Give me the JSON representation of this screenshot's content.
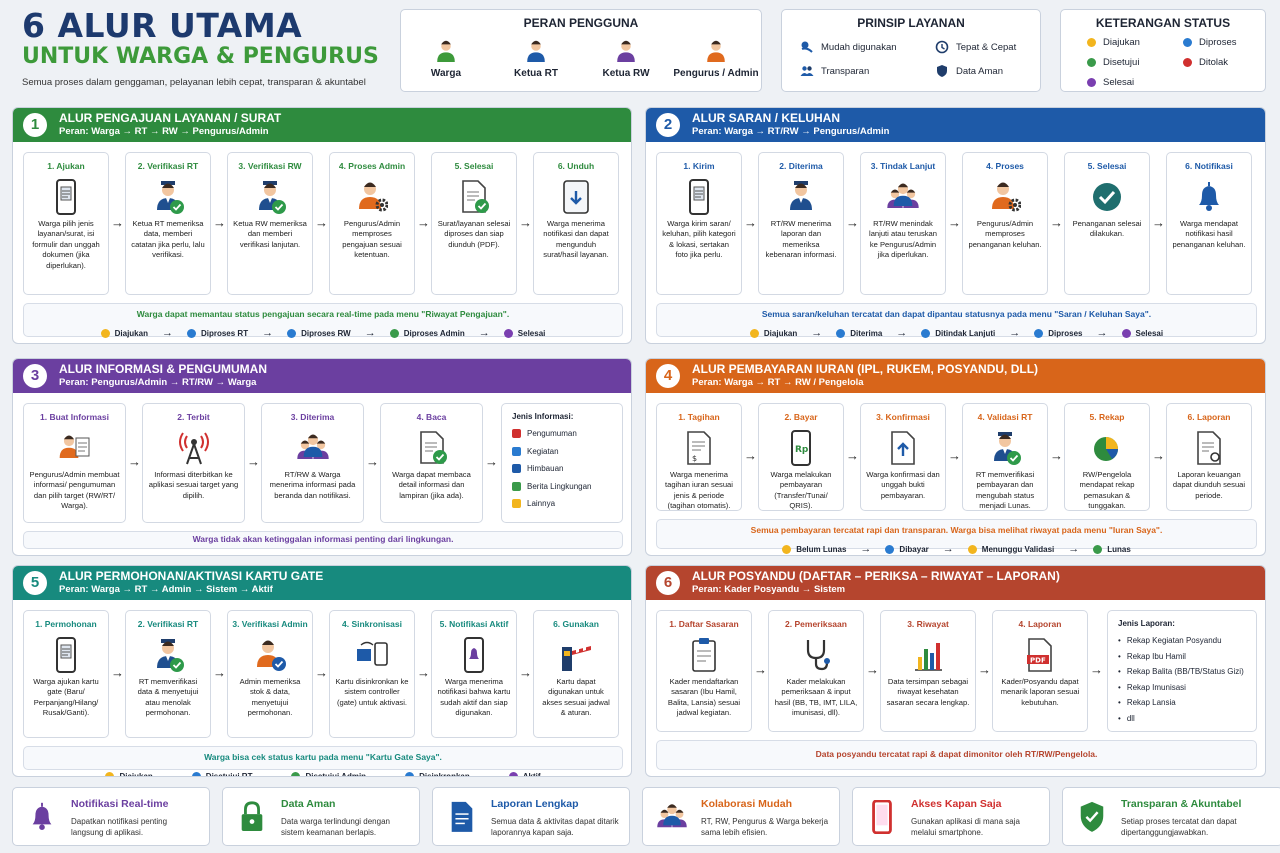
{
  "header": {
    "title": "6 ALUR UTAMA",
    "subtitle": "UNTUK WARGA & PENGURUS",
    "tagline": "Semua proses dalam genggaman, pelayanan lebih cepat, transparan & akuntabel"
  },
  "roles": {
    "title": "PERAN PENGGUNA",
    "items": [
      {
        "label": "Warga",
        "color": "#3d9a3a"
      },
      {
        "label": "Ketua RT",
        "color": "#1e5aa8"
      },
      {
        "label": "Ketua RW",
        "color": "#6b3fa0"
      },
      {
        "label": "Pengurus / Admin",
        "color": "#e06a1e"
      }
    ]
  },
  "principles": {
    "title": "PRINSIP LAYANAN",
    "items": [
      {
        "label": "Mudah digunakan",
        "icon": "hand-icon"
      },
      {
        "label": "Tepat & Cepat",
        "icon": "clock-icon"
      },
      {
        "label": "Transparan",
        "icon": "people-icon"
      },
      {
        "label": "Data Aman",
        "icon": "shield-icon"
      }
    ]
  },
  "status_legend": {
    "title": "KETERANGAN STATUS",
    "items": [
      {
        "label": "Diajukan",
        "color": "#f2b51e"
      },
      {
        "label": "Diproses",
        "color": "#2a7bd0"
      },
      {
        "label": "Disetujui",
        "color": "#3a9a4a"
      },
      {
        "label": "Ditolak",
        "color": "#d0302f"
      },
      {
        "label": "Selesai",
        "color": "#7a3fb0"
      }
    ]
  },
  "panels": [
    {
      "num": "1",
      "title": "ALUR PENGAJUAN LAYANAN / SURAT",
      "role": "Peran: Warga → RT → RW → Pengurus/Admin",
      "color": "#2e8b3e",
      "steps": [
        {
          "title": "1. Ajukan",
          "desc": "Warga pilih jenis layanan/surat, isi formulir dan unggah dokumen (jika diperlukan).",
          "icon": "phone-form-icon"
        },
        {
          "title": "2. Verifikasi RT",
          "desc": "Ketua RT memeriksa data, memberi catatan jika perlu, lalu verifikasi.",
          "icon": "officer-check-icon"
        },
        {
          "title": "3. Verifikasi RW",
          "desc": "Ketua RW memeriksa dan memberi verifikasi lanjutan.",
          "icon": "officer-check-icon"
        },
        {
          "title": "4. Proses Admin",
          "desc": "Pengurus/Admin memproses pengajuan sesuai ketentuan.",
          "icon": "admin-gear-icon"
        },
        {
          "title": "5. Selesai",
          "desc": "Surat/layanan selesai diproses dan siap diunduh (PDF).",
          "icon": "document-check-icon"
        },
        {
          "title": "6. Unduh",
          "desc": "Warga menerima notifikasi dan dapat mengunduh surat/hasil layanan.",
          "icon": "download-icon"
        }
      ],
      "note": "Warga dapat memantau status pengajuan secara real-time pada menu \"Riwayat Pengajuan\".",
      "statuses": [
        {
          "label": "Diajukan",
          "color": "#f2b51e"
        },
        {
          "label": "Diproses RT",
          "color": "#2a7bd0"
        },
        {
          "label": "Diproses RW",
          "color": "#2a7bd0"
        },
        {
          "label": "Diproses Admin",
          "color": "#3a9a4a"
        },
        {
          "label": "Selesai",
          "color": "#7a3fb0"
        }
      ]
    },
    {
      "num": "2",
      "title": "ALUR SARAN / KELUHAN",
      "role": "Peran: Warga → RT/RW → Pengurus/Admin",
      "color": "#1e5aa8",
      "steps": [
        {
          "title": "1. Kirim",
          "desc": "Warga kirim saran/ keluhan, pilih kategori & lokasi, sertakan foto jika perlu.",
          "icon": "phone-form-icon"
        },
        {
          "title": "2. Diterima",
          "desc": "RT/RW menerima laporan dan memeriksa kebenaran informasi.",
          "icon": "officer-icon"
        },
        {
          "title": "3. Tindak Lanjut",
          "desc": "RT/RW menindak lanjuti atau teruskan ke Pengurus/Admin jika diperlukan.",
          "icon": "team-icon"
        },
        {
          "title": "4. Proses",
          "desc": "Pengurus/Admin memproses penanganan keluhan.",
          "icon": "admin-gear-icon"
        },
        {
          "title": "5. Selesai",
          "desc": "Penanganan selesai dilakukan.",
          "icon": "check-circle-icon"
        },
        {
          "title": "6. Notifikasi",
          "desc": "Warga mendapat notifikasi hasil penanganan keluhan.",
          "icon": "bell-icon"
        }
      ],
      "note": "Semua saran/keluhan tercatat dan dapat dipantau statusnya pada menu \"Saran / Keluhan Saya\".",
      "statuses": [
        {
          "label": "Diajukan",
          "color": "#f2b51e"
        },
        {
          "label": "Diterima",
          "color": "#2a7bd0"
        },
        {
          "label": "Ditindak Lanjuti",
          "color": "#2a7bd0"
        },
        {
          "label": "Diproses",
          "color": "#2a7bd0"
        },
        {
          "label": "Selesai",
          "color": "#7a3fb0"
        }
      ]
    },
    {
      "num": "3",
      "title": "ALUR INFORMASI & PENGUMUMAN",
      "role": "Peran: Pengurus/Admin → RT/RW → Warga",
      "color": "#6b3fa0",
      "steps": [
        {
          "title": "1. Buat Informasi",
          "desc": "Pengurus/Admin membuat informasi/ pengumuman dan pilih target (RW/RT/ Warga).",
          "icon": "admin-doc-icon"
        },
        {
          "title": "2. Terbit",
          "desc": "Informasi diterbitkan ke aplikasi sesuai target yang dipilih.",
          "icon": "antenna-icon"
        },
        {
          "title": "3. Diterima",
          "desc": "RT/RW & Warga menerima informasi pada beranda dan notifikasi.",
          "icon": "team-icon"
        },
        {
          "title": "4. Baca",
          "desc": "Warga dapat membaca detail informasi dan lampiran (jika ada).",
          "icon": "document-check-icon"
        }
      ],
      "info_types": {
        "title": "Jenis Informasi:",
        "items": [
          {
            "label": "Pengumuman",
            "color": "#d0302f"
          },
          {
            "label": "Kegiatan",
            "color": "#2a7bd0"
          },
          {
            "label": "Himbauan",
            "color": "#1e5aa8"
          },
          {
            "label": "Berita Lingkungan",
            "color": "#3a9a4a"
          },
          {
            "label": "Lainnya",
            "color": "#f2b51e"
          }
        ]
      },
      "note": "Warga tidak akan ketinggalan informasi penting dari lingkungan."
    },
    {
      "num": "4",
      "title": "ALUR PEMBAYARAN IURAN (IPL, RUKEM, POSYANDU, DLL)",
      "role": "Peran: Warga → RT → RW / Pengelola",
      "color": "#d8651a",
      "steps": [
        {
          "title": "1. Tagihan",
          "desc": "Warga menerima tagihan iuran sesuai jenis & periode (tagihan otomatis).",
          "icon": "invoice-icon"
        },
        {
          "title": "2. Bayar",
          "desc": "Warga melakukan pembayaran (Transfer/Tunai/ QRIS).",
          "icon": "phone-rp-icon"
        },
        {
          "title": "3. Konfirmasi",
          "desc": "Warga konfirmasi dan unggah bukti pembayaran.",
          "icon": "upload-icon"
        },
        {
          "title": "4. Validasi RT",
          "desc": "RT memverifikasi pembayaran dan mengubah status menjadi Lunas.",
          "icon": "officer-check-icon"
        },
        {
          "title": "5. Rekap",
          "desc": "RW/Pengelola mendapat rekap pemasukan & tunggakan.",
          "icon": "pie-chart-icon"
        },
        {
          "title": "6. Laporan",
          "desc": "Laporan keuangan dapat diunduh sesuai periode.",
          "icon": "report-icon"
        }
      ],
      "note": "Semua pembayaran tercatat rapi dan transparan. Warga bisa melihat riwayat pada menu \"Iuran Saya\".",
      "statuses": [
        {
          "label": "Belum Lunas",
          "color": "#f2b51e"
        },
        {
          "label": "Dibayar",
          "color": "#2a7bd0"
        },
        {
          "label": "Menunggu Validasi",
          "color": "#f2b51e"
        },
        {
          "label": "Lunas",
          "color": "#3a9a4a"
        }
      ]
    },
    {
      "num": "5",
      "title": "ALUR PERMOHONAN/AKTIVASI KARTU GATE",
      "role": "Peran: Warga → RT → Admin → Sistem → Aktif",
      "color": "#178a7e",
      "steps": [
        {
          "title": "1. Permohonan",
          "desc": "Warga ajukan kartu gate (Baru/ Perpanjang/Hilang/ Rusak/Ganti).",
          "icon": "phone-form-icon"
        },
        {
          "title": "2. Verifikasi RT",
          "desc": "RT memverifikasi data & menyetujui atau menolak permohonan.",
          "icon": "officer-check-icon"
        },
        {
          "title": "3. Verifikasi Admin",
          "desc": "Admin memeriksa stok & data, menyetujui permohonan.",
          "icon": "admin-check-icon"
        },
        {
          "title": "4. Sinkronisasi",
          "desc": "Kartu disinkronkan ke sistem controller (gate) untuk aktivasi.",
          "icon": "sync-icon"
        },
        {
          "title": "5. Notifikasi Aktif",
          "desc": "Warga menerima notifikasi bahwa kartu sudah aktif dan siap digunakan.",
          "icon": "phone-bell-icon"
        },
        {
          "title": "6. Gunakan",
          "desc": "Kartu dapat digunakan untuk akses sesuai jadwal & aturan.",
          "icon": "gate-icon"
        }
      ],
      "note": "Warga bisa cek status kartu pada menu \"Kartu Gate Saya\".",
      "statuses": [
        {
          "label": "Diajukan",
          "color": "#f2b51e"
        },
        {
          "label": "Disetujui RT",
          "color": "#2a7bd0"
        },
        {
          "label": "Disetujui Admin",
          "color": "#3a9a4a"
        },
        {
          "label": "Disinkronkan",
          "color": "#2a7bd0"
        },
        {
          "label": "Aktif",
          "color": "#7a3fb0"
        }
      ]
    },
    {
      "num": "6",
      "title": "ALUR POSYANDU (DAFTAR – PERIKSA – RIWAYAT – LAPORAN)",
      "role": "Peran: Kader Posyandu → Sistem",
      "color": "#b5452e",
      "steps": [
        {
          "title": "1. Daftar Sasaran",
          "desc": "Kader mendaftarkan sasaran (Ibu Hamil, Balita, Lansia) sesuai jadwal kegiatan.",
          "icon": "clipboard-icon"
        },
        {
          "title": "2. Pemeriksaan",
          "desc": "Kader melakukan pemeriksaan & input hasil (BB, TB, IMT, LILA, imunisasi, dll).",
          "icon": "stethoscope-icon"
        },
        {
          "title": "3. Riwayat",
          "desc": "Data tersimpan sebagai riwayat kesehatan sasaran secara lengkap.",
          "icon": "bar-chart-icon"
        },
        {
          "title": "4. Laporan",
          "desc": "Kader/Posyandu dapat menarik laporan sesuai kebutuhan.",
          "icon": "pdf-icon"
        }
      ],
      "reports": {
        "title": "Jenis Laporan:",
        "items": [
          "Rekap Kegiatan Posyandu",
          "Rekap Ibu Hamil",
          "Rekap Balita (BB/TB/Status Gizi)",
          "Rekap Imunisasi",
          "Rekap Lansia",
          "dll"
        ]
      },
      "note": "Data posyandu tercatat rapi & dapat dimonitor oleh RT/RW/Pengelola."
    }
  ],
  "features": [
    {
      "title": "Notifikasi Real-time",
      "desc": "Dapatkan notifikasi penting langsung di aplikasi.",
      "color": "#6b3fa0",
      "icon": "bell-icon"
    },
    {
      "title": "Data Aman",
      "desc": "Data warga terlindungi dengan sistem keamanan berlapis.",
      "color": "#2e8b3e",
      "icon": "lock-icon"
    },
    {
      "title": "Laporan Lengkap",
      "desc": "Semua data & aktivitas dapat ditarik laporannya kapan saja.",
      "color": "#1e5aa8",
      "icon": "document-icon"
    },
    {
      "title": "Kolaborasi Mudah",
      "desc": "RT, RW, Pengurus & Warga bekerja sama lebih efisien.",
      "color": "#d8651a",
      "icon": "team-icon"
    },
    {
      "title": "Akses Kapan Saja",
      "desc": "Gunakan aplikasi di mana saja melalui smartphone.",
      "color": "#d0302f",
      "icon": "phone-icon"
    },
    {
      "title": "Transparan & Akuntabel",
      "desc": "Setiap proses tercatat dan dapat dipertanggungjawabkan.",
      "color": "#2e8b3e",
      "icon": "shield-check-icon"
    }
  ]
}
